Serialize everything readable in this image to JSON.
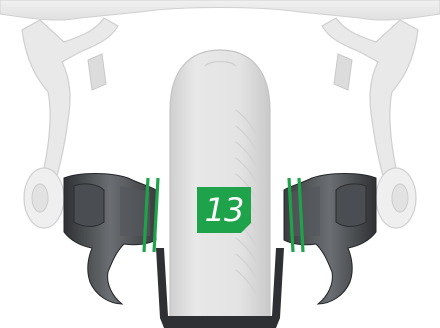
{
  "figure": {
    "step_number": "13",
    "colors": {
      "accent_green": "#1fa34a",
      "frame_gray": "#e6e7e7",
      "frame_outline": "#d2d3d3",
      "tire_gray": "#dededd",
      "caliper_dark": "#3a3c3f",
      "caliper_mid": "#6d7074"
    },
    "parts": [
      "brake-caliper-arch",
      "front-tire",
      "left-brake-pad-arm",
      "right-brake-pad-arm",
      "left-pad-clearance-marks",
      "right-pad-clearance-marks",
      "step-number-badge"
    ]
  }
}
